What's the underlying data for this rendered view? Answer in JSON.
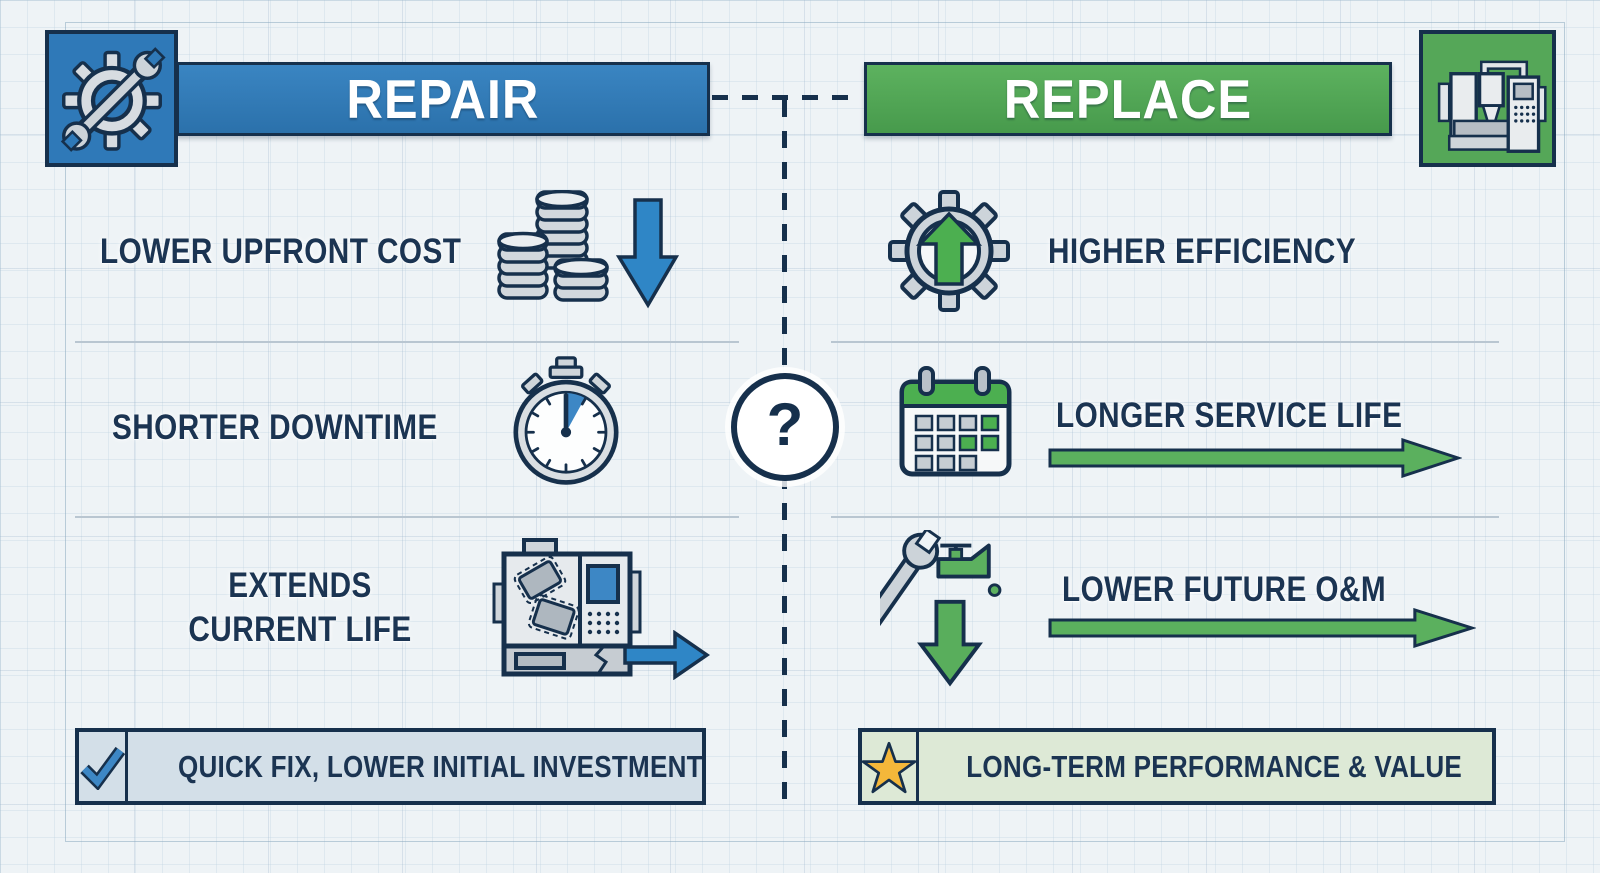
{
  "header": {
    "repair": {
      "label": "REPAIR",
      "icon": "gear-wrench-icon",
      "color": "#2f79b8"
    },
    "replace": {
      "label": "REPLACE",
      "icon": "cnc-machine-icon",
      "color": "#55a758"
    },
    "question_mark": "?"
  },
  "repair_column": {
    "rows": [
      {
        "label": "LOWER UPFRONT COST",
        "icons": [
          "coin-stacks-icon",
          "down-arrow-icon"
        ]
      },
      {
        "label": "SHORTER DOWNTIME",
        "icons": [
          "stopwatch-icon"
        ]
      },
      {
        "label": "EXTENDS CURRENT LIFE",
        "icons": [
          "worn-machine-icon",
          "right-arrow-icon"
        ]
      }
    ],
    "summary": {
      "label": "QUICK FIX, LOWER INITIAL INVESTMENT",
      "icon": "checkmark-icon"
    }
  },
  "replace_column": {
    "rows": [
      {
        "label": "HIGHER EFFICIENCY",
        "icons": [
          "gear-up-arrow-icon"
        ]
      },
      {
        "label": "LONGER SERVICE LIFE",
        "icons": [
          "calendar-icon",
          "long-right-arrow-icon"
        ]
      },
      {
        "label": "LOWER FUTURE O&M",
        "icons": [
          "wrench-oil-down-arrow-icon",
          "long-right-arrow-icon"
        ]
      }
    ],
    "summary": {
      "label": "LONG-TERM PERFORMANCE & VALUE",
      "icon": "star-icon"
    }
  },
  "colors": {
    "repair_blue": "#2f79b8",
    "replace_green": "#55a758",
    "navy_outline": "#16304c",
    "text_navy": "#1b3452",
    "arrow_blue": "#2f86c6",
    "arrow_green": "#5bb05e",
    "summary_left_bg": "#d3dfe8",
    "summary_right_bg": "#dde9d6",
    "star_gold": "#f4b73a",
    "background": "#eef3f6"
  }
}
